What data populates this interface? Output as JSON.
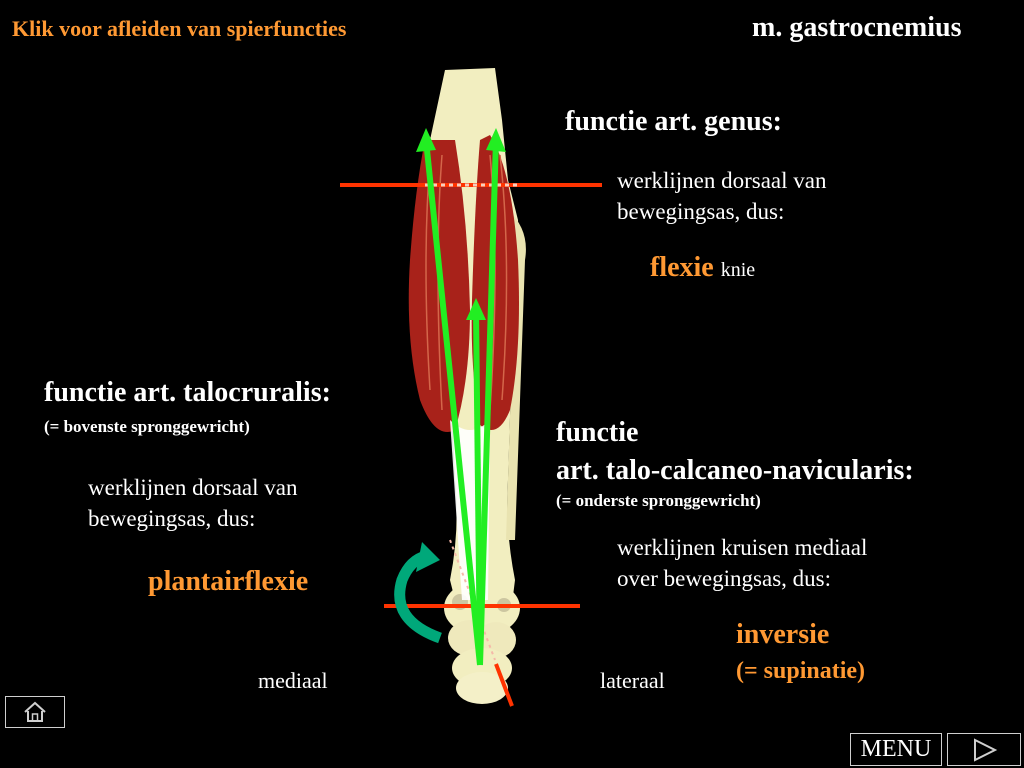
{
  "header": {
    "link_text": "Klik voor afleiden van spierfuncties",
    "muscle_title": "m. gastrocnemius"
  },
  "genus": {
    "heading": "functie art. genus:",
    "desc_line1": "werklijnen dorsaal van",
    "desc_line2": "bewegingsas, dus:",
    "result": "flexie",
    "result_sub": "knie"
  },
  "talocruralis": {
    "heading": "functie art. talocruralis:",
    "sub": "(= bovenste spronggewricht)",
    "desc_line1": "werklijnen dorsaal van",
    "desc_line2": "bewegingsas, dus:",
    "result": "plantairflexie"
  },
  "talocalcaneonavicularis": {
    "heading_line1": "functie",
    "heading_line2": "art. talo-calcaneo-navicularis:",
    "sub": "(= onderste spronggewricht)",
    "desc_line1": "werklijnen kruisen mediaal",
    "desc_line2": "over bewegingsas, dus:",
    "result": "inversie",
    "result_sub": "(= supinatie)"
  },
  "labels": {
    "medial": "mediaal",
    "lateral": "lateraal"
  },
  "nav": {
    "home_icon": "home-icon",
    "menu_label": "MENU",
    "next_icon": "play-triangle-icon"
  },
  "colors": {
    "accent_orange": "#ff9933",
    "axis_red": "#ff3300",
    "force_line_green": "#22ee22",
    "rotation_arrow_teal": "#00a87a",
    "muscle_red": "#a8221a",
    "bone_cream": "#f2eec0"
  }
}
